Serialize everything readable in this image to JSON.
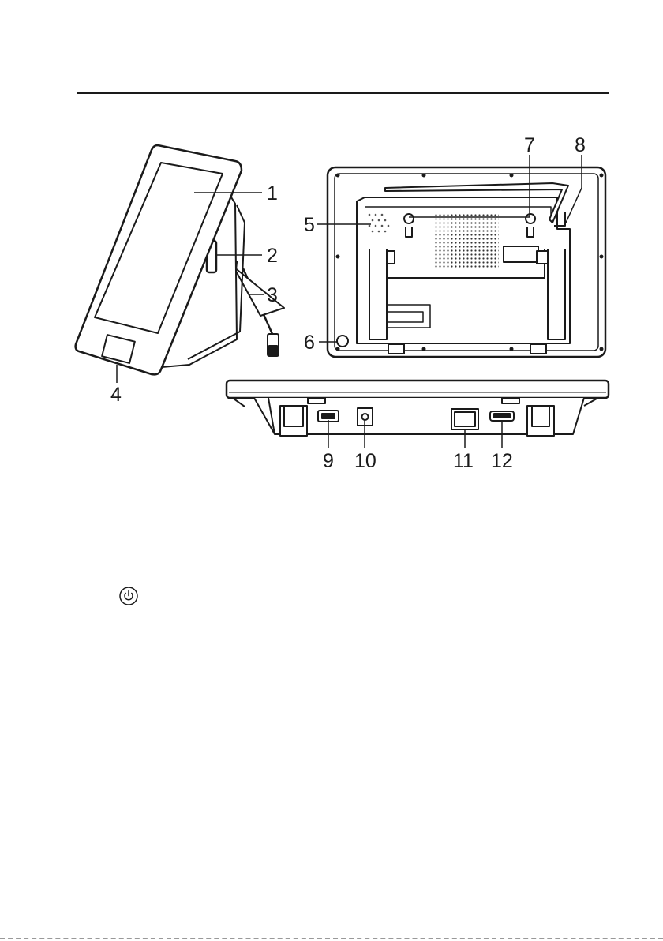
{
  "callouts": {
    "c1": "1",
    "c2": "2",
    "c3": "3",
    "c4": "4",
    "c5": "5",
    "c6": "6",
    "c7": "7",
    "c8": "8",
    "c9": "9",
    "c10": "10",
    "c11": "11",
    "c12": "12"
  },
  "icons": {
    "power": "power-icon"
  }
}
